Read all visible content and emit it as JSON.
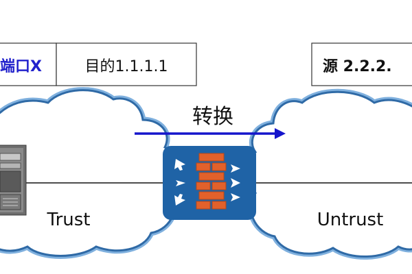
{
  "packet_left": {
    "field1": "端口X",
    "field2": "目的1.1.1.1"
  },
  "packet_right": {
    "field1": "源 2.2.2."
  },
  "transform_label": "转换",
  "zones": {
    "trust": "Trust",
    "untrust": "Untrust"
  },
  "colors": {
    "cloud_stroke": "#2f6aa6",
    "cloud_stroke_light": "#7fb0de",
    "arrow_blue": "#1515cc",
    "firewall_bg": "#1f63a6",
    "brick": "#e2612b",
    "port_text": "#2222cc"
  },
  "icons": [
    "server-icon",
    "firewall-icon"
  ]
}
